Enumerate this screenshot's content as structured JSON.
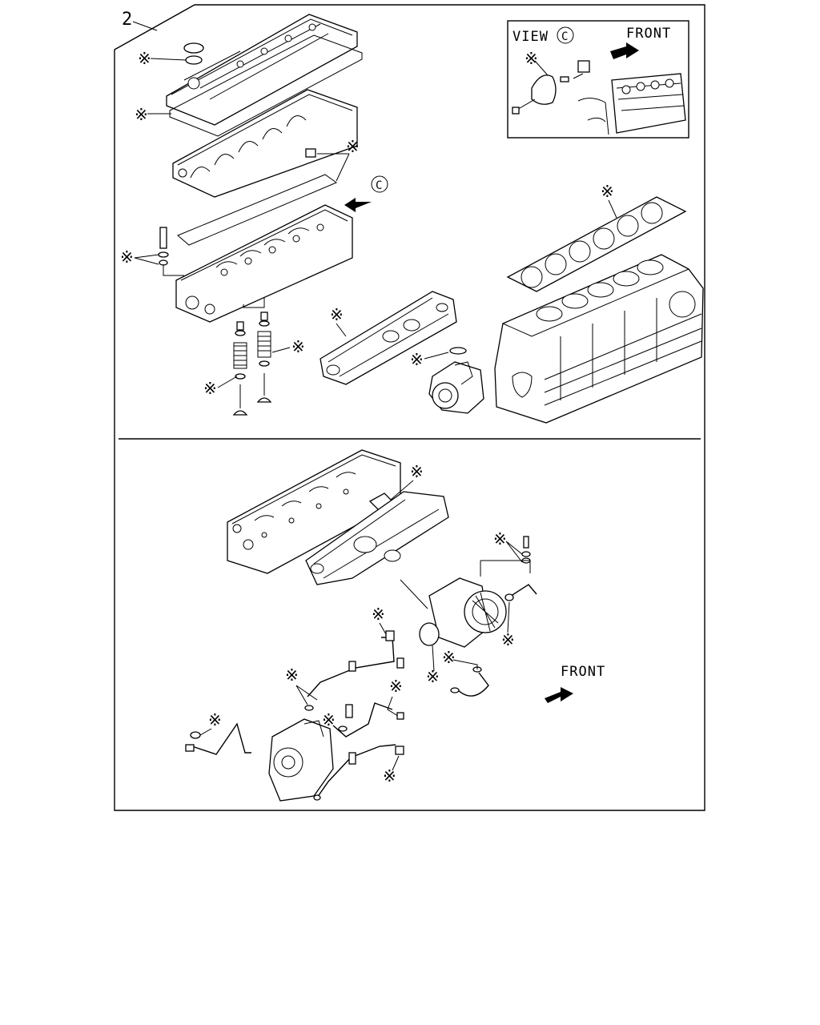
{
  "callout_number": "2",
  "marker_symbol": "※",
  "view_box": {
    "title": "VIEW",
    "title_marker": "C",
    "direction_label": "FRONT"
  },
  "view_reference_marker": "C",
  "lower_direction_label": "FRONT"
}
